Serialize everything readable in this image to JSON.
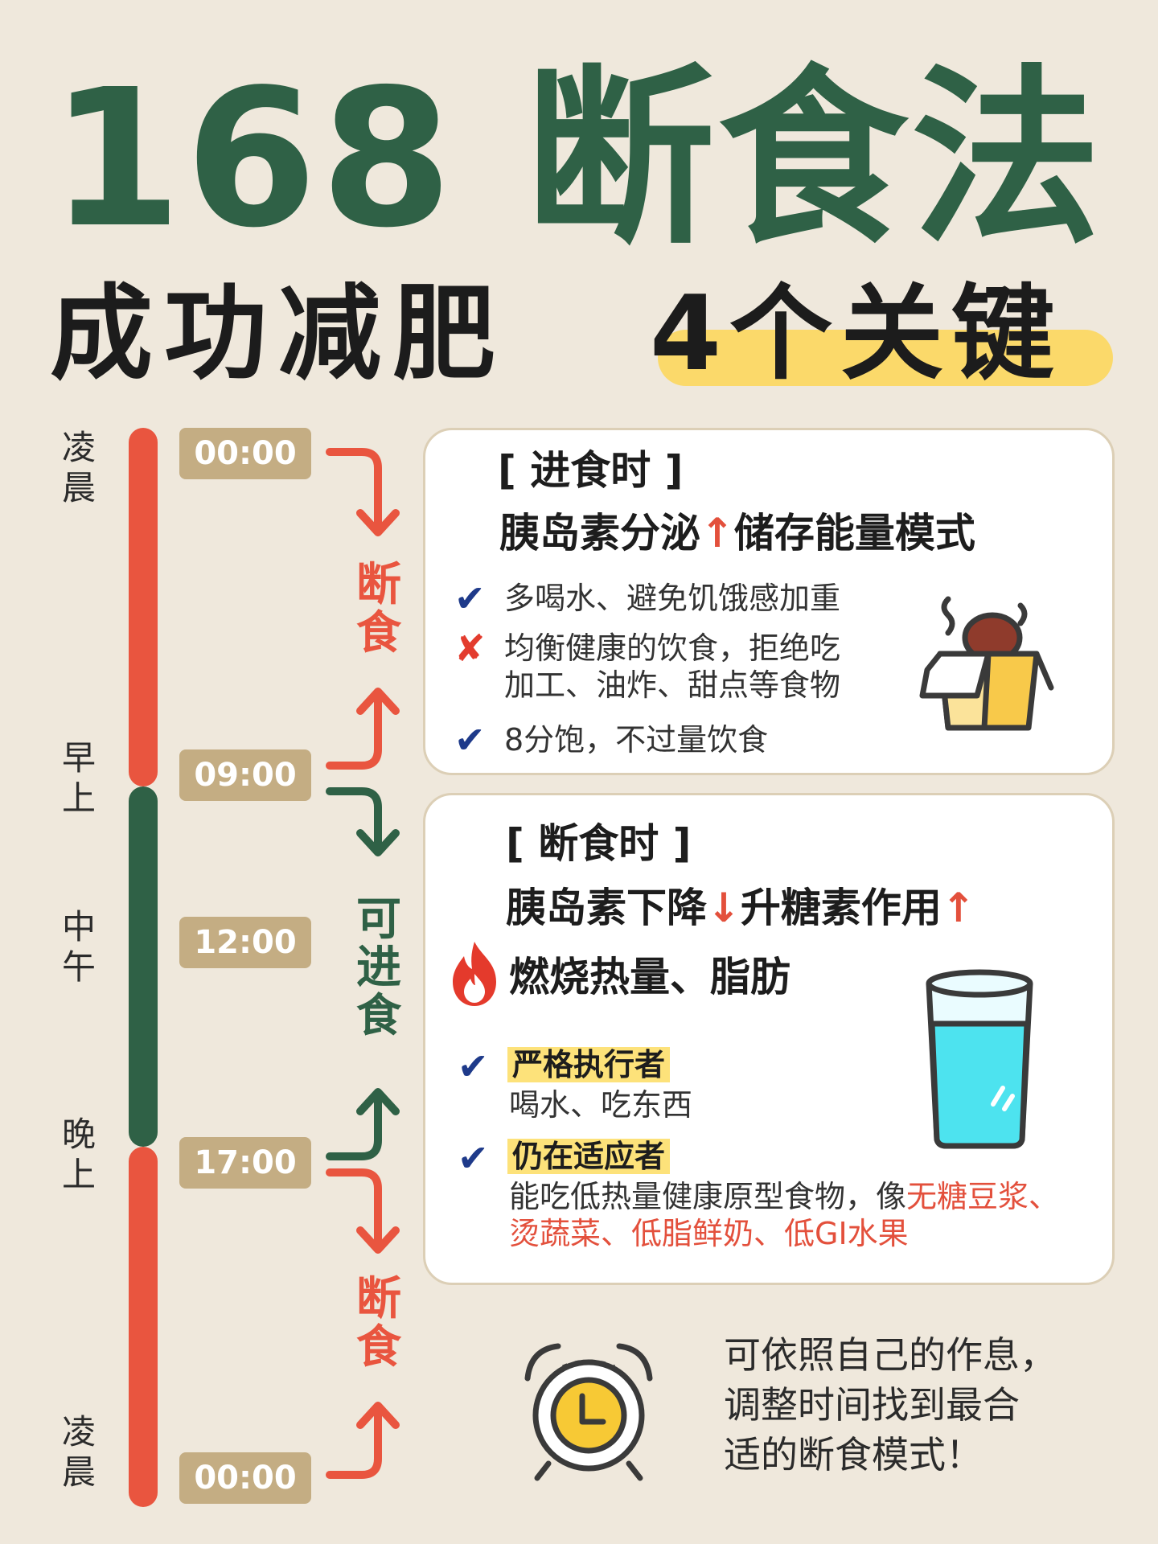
{
  "title": {
    "main": "168 断食法",
    "sub": "成功减肥",
    "highlight": "4个关键"
  },
  "side_labels": [
    "凌\n晨",
    "早\n上",
    "中\n午",
    "晚\n上",
    "凌\n晨"
  ],
  "times": [
    "00:00",
    "09:00",
    "12:00",
    "17:00",
    "00:00"
  ],
  "phases": {
    "fast1": "断\n食",
    "eat": "可\n进\n食",
    "fast2": "断\n食"
  },
  "eating_card": {
    "heading": "[ 进食时 ]",
    "subheading_a": "胰岛素分泌",
    "subheading_b": "储存能量模式",
    "items": [
      {
        "mark": "✔",
        "text": "多喝水、避免饥饿感加重"
      },
      {
        "mark": "✘",
        "text": "均衡健康的饮食，拒绝吃\n加工、油炸、甜点等食物"
      },
      {
        "mark": "✔",
        "text": "8分饱，不过量饮食"
      }
    ]
  },
  "fasting_card": {
    "heading": "[ 断食时 ]",
    "subheading_a": "胰岛素下降",
    "subheading_b": "升糖素作用",
    "burn_text": "燃烧热量、脂肪",
    "strict": {
      "tag": "严格执行者",
      "text": "喝水、吃东西"
    },
    "adapting": {
      "tag": "仍在适应者",
      "text_plain": "能吃低热量健康原型食物，像",
      "text_red_1": "无糖豆",
      "text_red_2": "浆、烫蔬菜、低脂鲜奶、低GI水果"
    }
  },
  "footer": {
    "text": "可依照自己的作息，\n调整时间找到最合\n适的断食模式！"
  },
  "colors": {
    "green": "#2f6146",
    "red": "#e9553f",
    "chip": "#c4ad83",
    "yellow": "#fbd96a"
  }
}
